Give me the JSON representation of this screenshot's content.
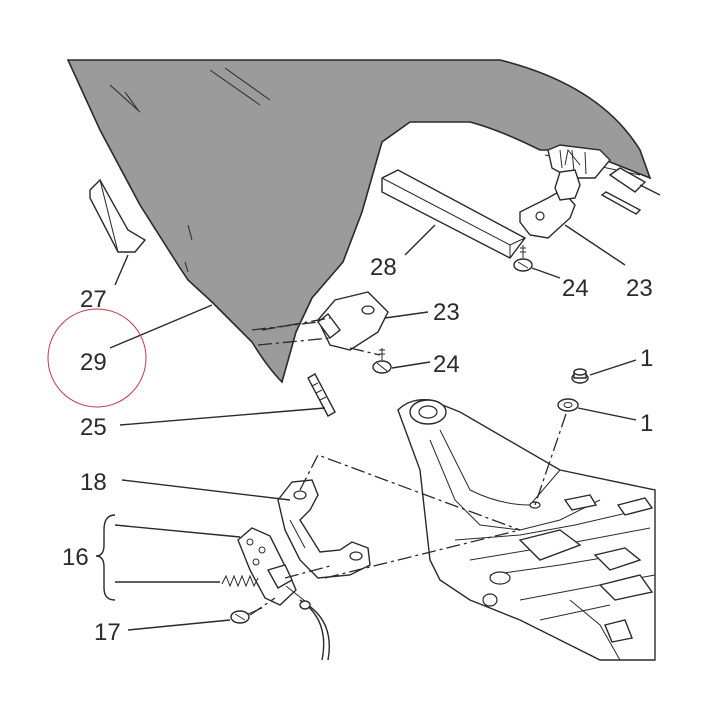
{
  "colors": {
    "seat_fill": "#9b9b9b",
    "ink": "#2a2a2a",
    "highlight_circle": "#c0394b"
  },
  "labels": {
    "l1a": "1",
    "l1b": "1",
    "l16": "16",
    "l17": "17",
    "l18": "18",
    "l23a": "23",
    "l23b": "23",
    "l24a": "24",
    "l24b": "24",
    "l25": "25",
    "l27": "27",
    "l28": "28",
    "l29": "29"
  }
}
